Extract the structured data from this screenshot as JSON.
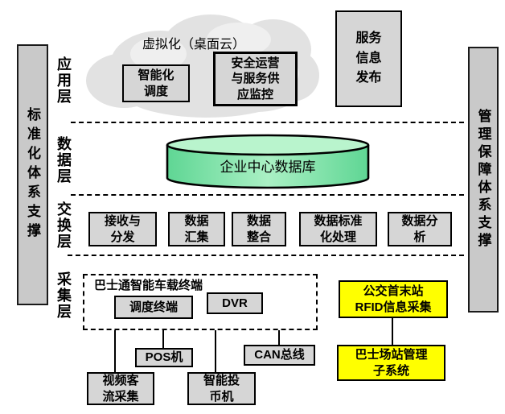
{
  "left_bar": {
    "label": "标准化体系支撑"
  },
  "right_bar": {
    "label": "管理保障体系支撑"
  },
  "layer_labels": {
    "application": "应用层",
    "data": "数据层",
    "exchange": "交换层",
    "collection": "采集层"
  },
  "application_layer": {
    "cloud_label": "虚拟化（桌面云）",
    "intelligent_dispatch": "智能化\n调度",
    "security_ops": "安全运营\n与服务供\n应监控",
    "service_info_publish": "服务\n信息\n发布"
  },
  "data_layer": {
    "database": "企业中心数据库"
  },
  "exchange_layer": {
    "boxes": [
      "接收与\n分发",
      "数据\n汇集",
      "数据\n整合",
      "数据标准\n化处理",
      "数据分\n析"
    ]
  },
  "collection_layer": {
    "onboard_group": "巴士通智能车载终端",
    "dispatch_terminal": "调度终端",
    "dvr": "DVR",
    "pos": "POS机",
    "can_bus": "CAN总线",
    "video_passenger_flow": "视频客\n流采集",
    "smart_coin_machine": "智能投\n币机",
    "rfid_collection": "公交首末站\nRFID信息采集",
    "depot_management": "巴士场站管理\n子系统"
  },
  "colors": {
    "box_gray": "#d6d6d6",
    "bar_gray": "#c9c9c9",
    "cloud_gray": "#e2e2e2",
    "highlight_yellow": "#ffff00",
    "cylinder_edge_green": "#5fd694",
    "cylinder_center_green": "#aaf0c4",
    "cylinder_top_green": "#b9f4cd",
    "border_black": "#000000"
  }
}
